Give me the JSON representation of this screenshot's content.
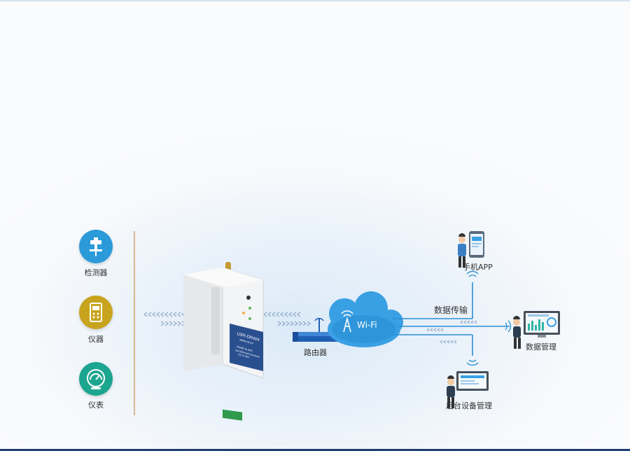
{
  "devices": [
    {
      "label": "检测器",
      "color": "#2b9ad9",
      "icon": "detector-icon"
    },
    {
      "label": "仪器",
      "color": "#c8a41e",
      "icon": "instrument-icon"
    },
    {
      "label": "仪表",
      "color": "#1ca58f",
      "icon": "gauge-icon"
    }
  ],
  "converter": {
    "brand": "USR-DR404",
    "website": "www.usr.cn",
    "line1": "RS485 To WiFi",
    "line2": "and Ethernet Converter",
    "line3": "DC 5~36V"
  },
  "router_label": "路由器",
  "cloud_label": "Wi-Fi",
  "data_transfer_label": "数据传输",
  "endpoints": {
    "mobile": "手机APP",
    "data_mgmt": "数据管理",
    "backend": "后台设备管理"
  },
  "colors": {
    "link": "#2a8fd4",
    "arrow": "#8fa8c6",
    "divider": "#d9b68f"
  }
}
